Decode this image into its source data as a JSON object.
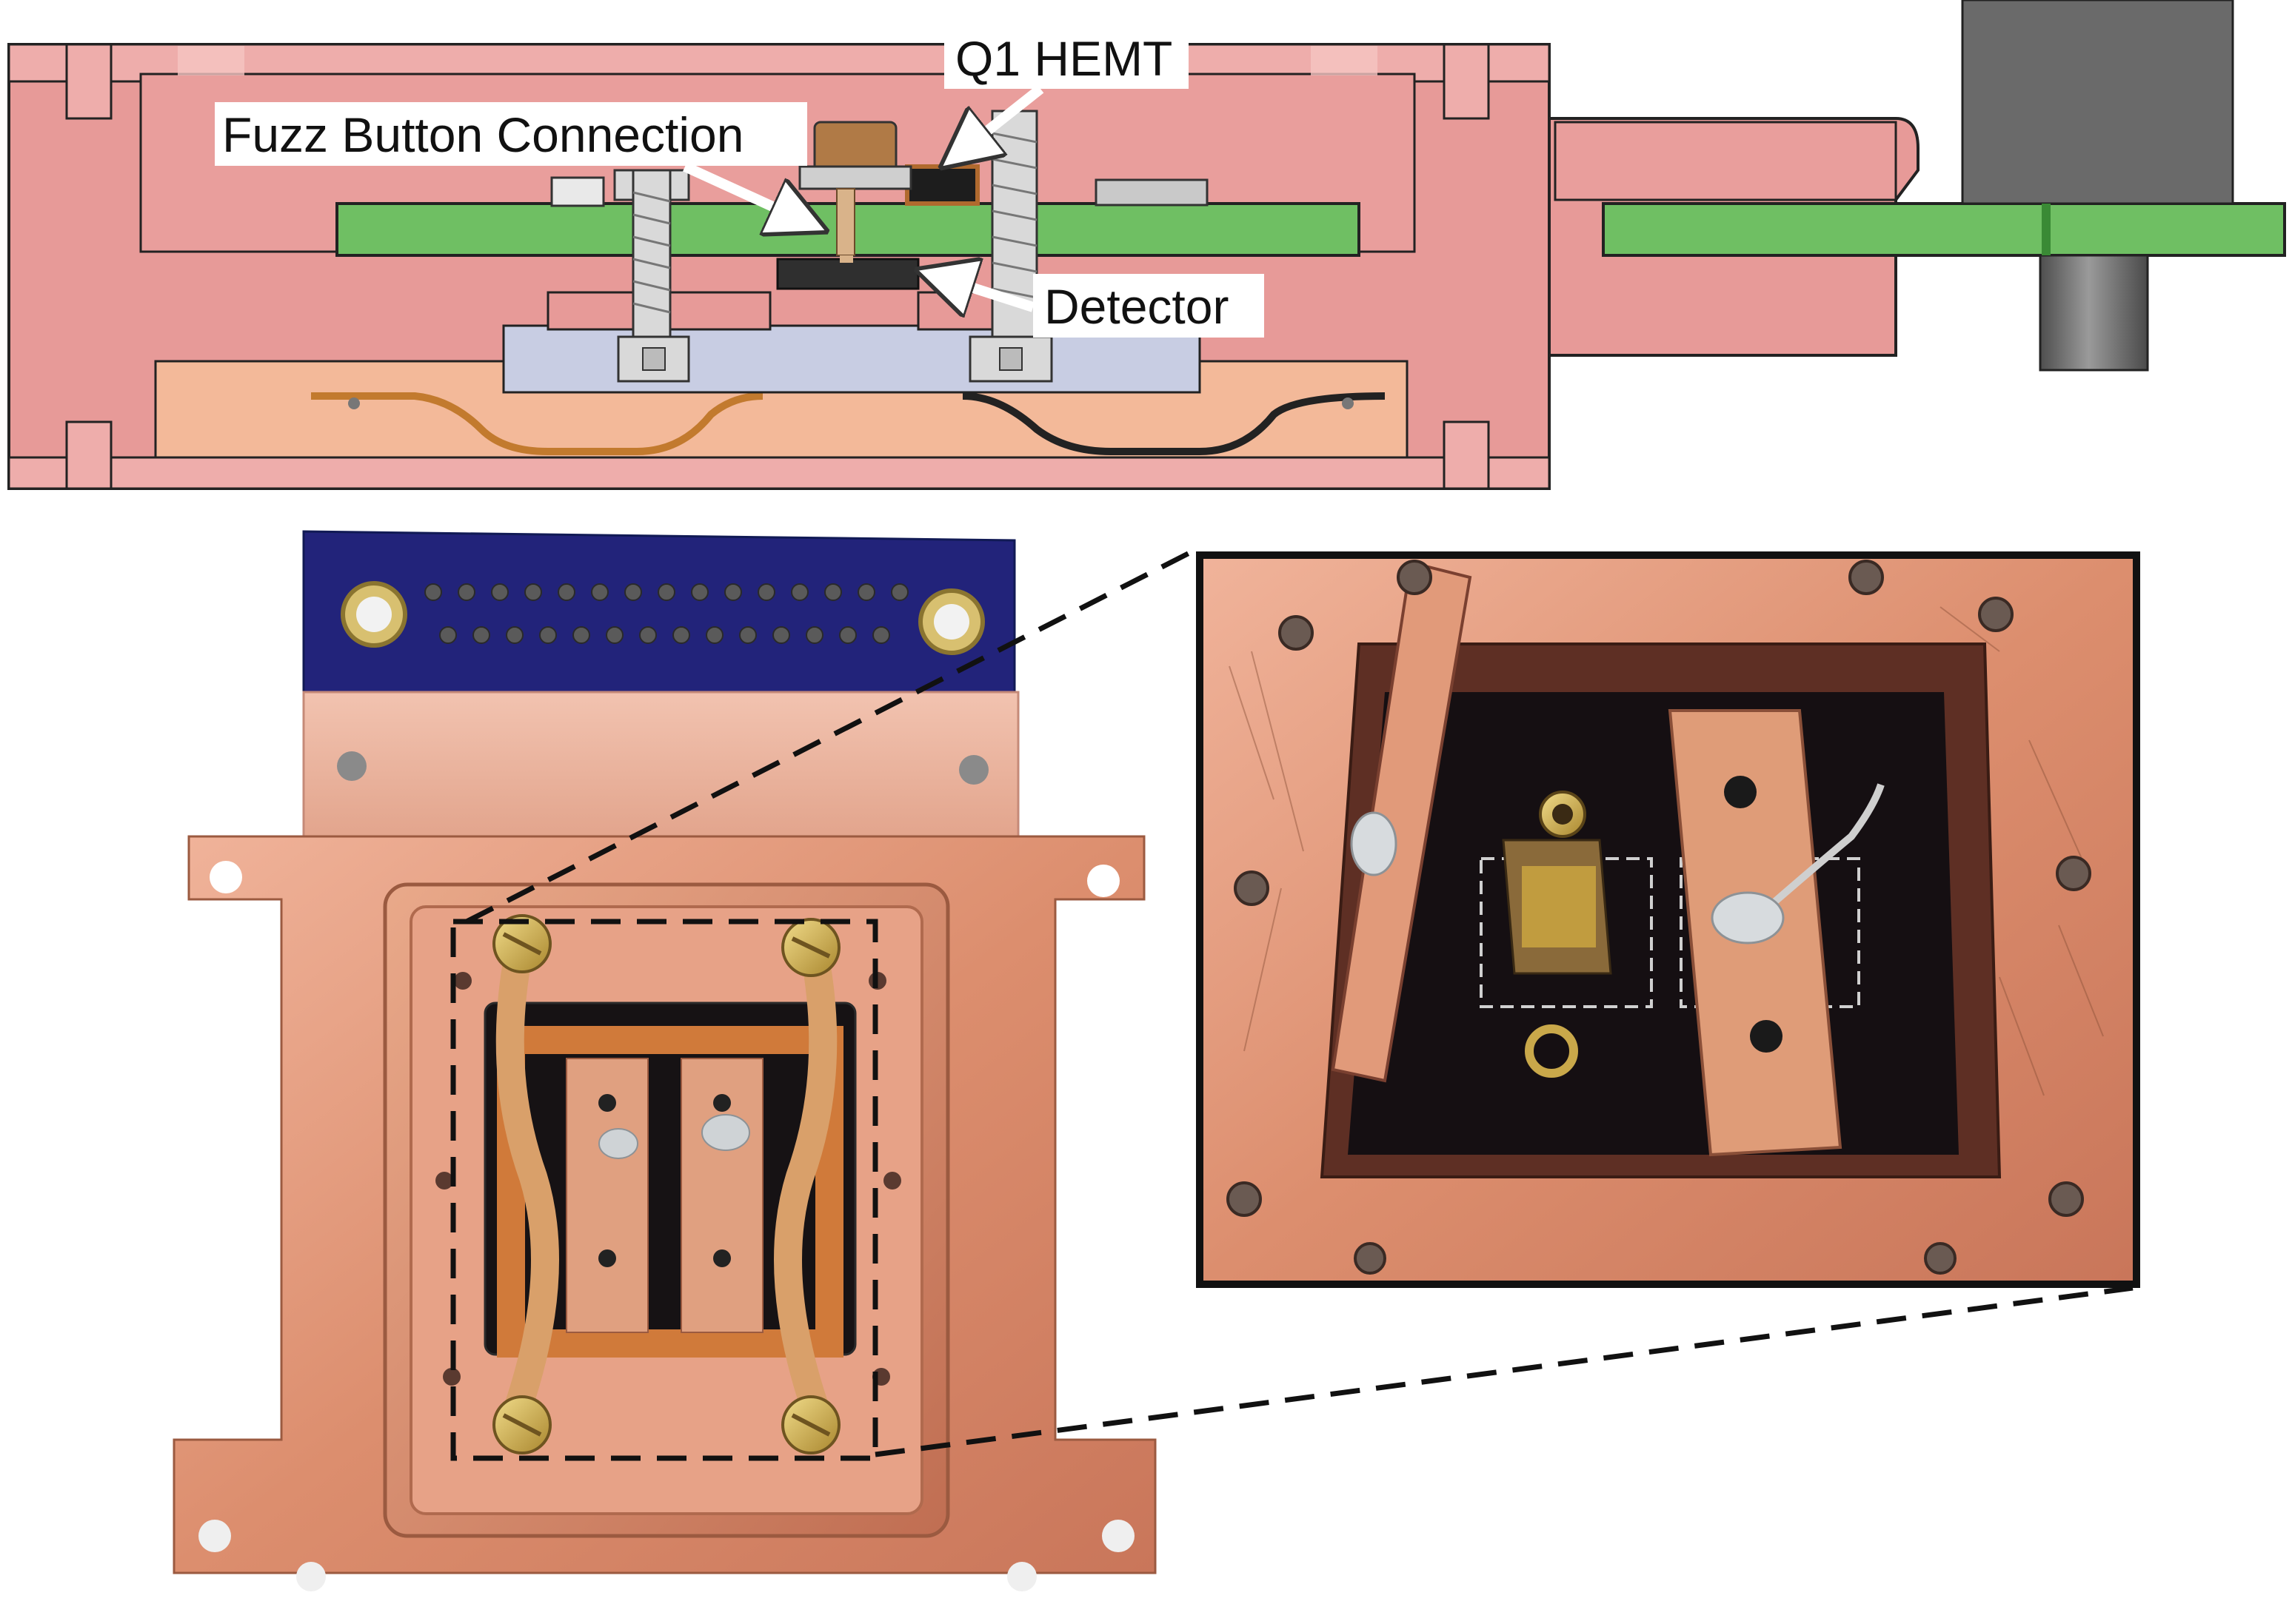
{
  "labels": {
    "hemt": "Q1 HEMT",
    "fuzz": "Fuzz Button Connection",
    "detector": "Detector"
  },
  "colors": {
    "copper_housing": "#e79a98",
    "copper_housing_edge": "#c97c7a",
    "pcb_green": "#6fbf63",
    "inner_tray": "#f3b999",
    "screw_gray": "#d9d9d9",
    "clamp_block": "#c8cde3",
    "detector_dark": "#2f2f2f",
    "connector_gray": "#6a6a6a",
    "photo_copper": "#d98a6a",
    "pcb_blue": "#22237a",
    "pcb_black": "#161214",
    "brass": "#c9a84a"
  },
  "icons": {
    "arrow": "arrow-icon",
    "screw": "screw-icon"
  }
}
